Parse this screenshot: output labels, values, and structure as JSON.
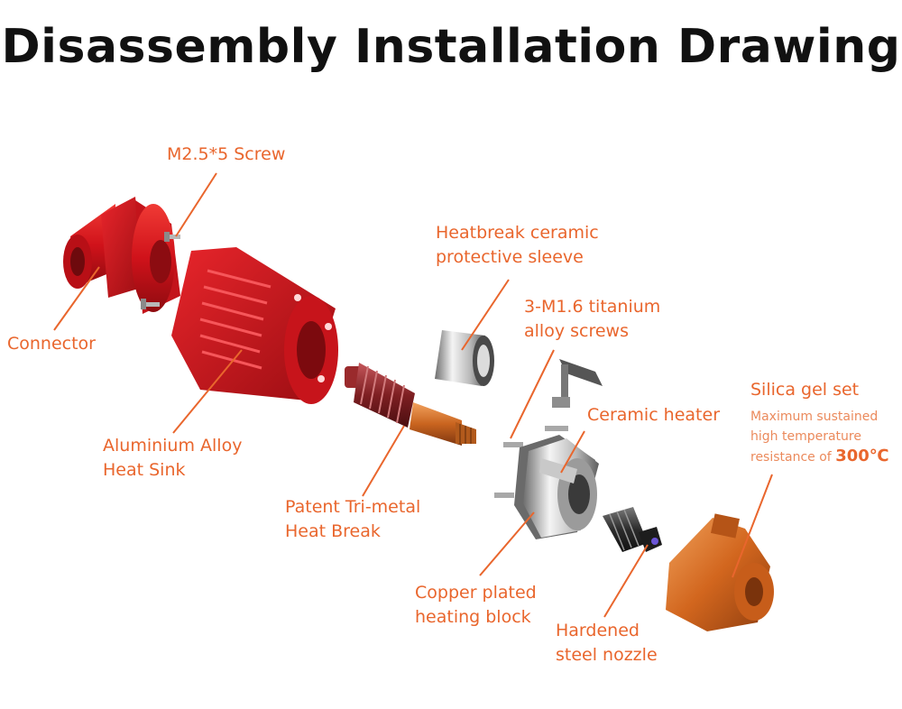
{
  "title": "Disassembly Installation Drawing",
  "labels": {
    "screw": "M2.5*5 Screw",
    "connector": "Connector",
    "heatsink_1": "Aluminium Alloy",
    "heatsink_2": "Heat Sink",
    "sleeve_1": "Heatbreak ceramic",
    "sleeve_2": "protective sleeve",
    "ti_screws_1": "3-M1.6 titanium",
    "ti_screws_2": "alloy screws",
    "heater": "Ceramic heater",
    "heatbreak_1": "Patent Tri-metal",
    "heatbreak_2": "Heat Break",
    "block_1": "Copper plated",
    "block_2": "heating block",
    "nozzle_1": "Hardened",
    "nozzle_2": "steel nozzle",
    "silica": "Silica gel set",
    "silica_note_1": "Maximum sustained",
    "silica_note_2": "high temperature",
    "silica_note_3": "resistance of ",
    "silica_temp": "300℃"
  },
  "colors": {
    "accent": "#e9662d",
    "red_part": "#d8161e",
    "copper": "#c7651f",
    "silicone": "#d66a1e"
  }
}
